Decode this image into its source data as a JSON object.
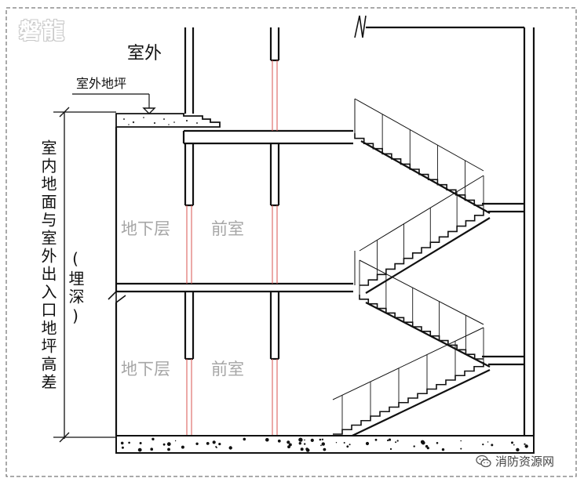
{
  "labels": {
    "outdoor": "室外",
    "outdoor_ground": "室外地坪",
    "basement_upper": "地下层",
    "anteroom_upper": "前室",
    "basement_lower": "地下层",
    "anteroom_lower": "前室",
    "vertical_dimension": "室内地面与室外出入口地坪高差",
    "burial_depth": "(埋深)"
  },
  "logo": {
    "text": "磐龍"
  },
  "watermark": {
    "text": "消防资源网",
    "icon": "wechat-icon"
  },
  "colors": {
    "line": "#111111",
    "label_grey": "#a6a6a6",
    "red_line": "#d9534f",
    "border_dash": "#555555"
  }
}
